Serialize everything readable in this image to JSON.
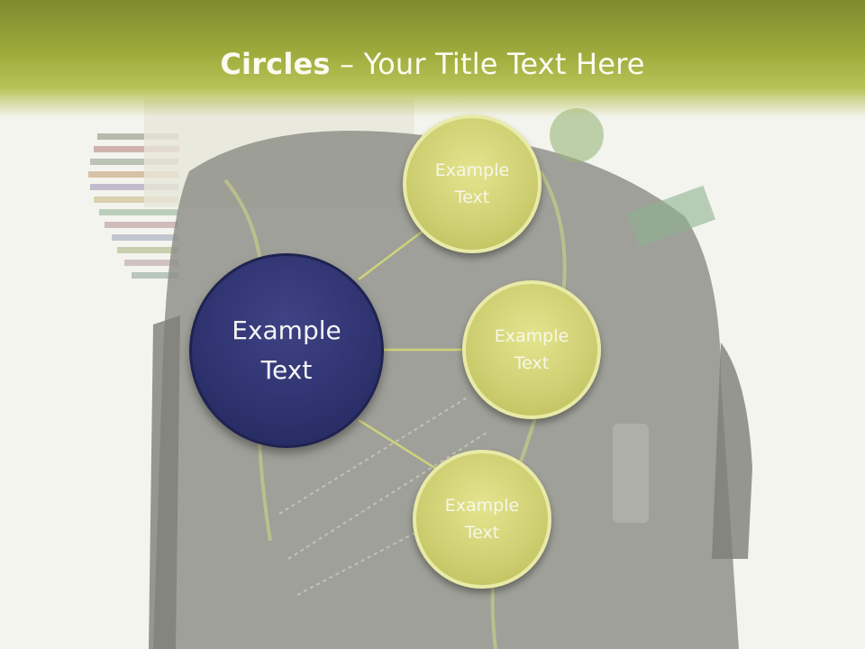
{
  "title": {
    "bold": "Circles",
    "rest": " – Your Title Text Here"
  },
  "diagram": {
    "hub": {
      "label": "Example\nText",
      "color": "#2f3370"
    },
    "nodes": [
      {
        "label": "Example\nText"
      },
      {
        "label": "Example\nText"
      },
      {
        "label": "Example\nText"
      }
    ],
    "node_color": "#cfd073",
    "connector_color": "#cfd37a"
  }
}
